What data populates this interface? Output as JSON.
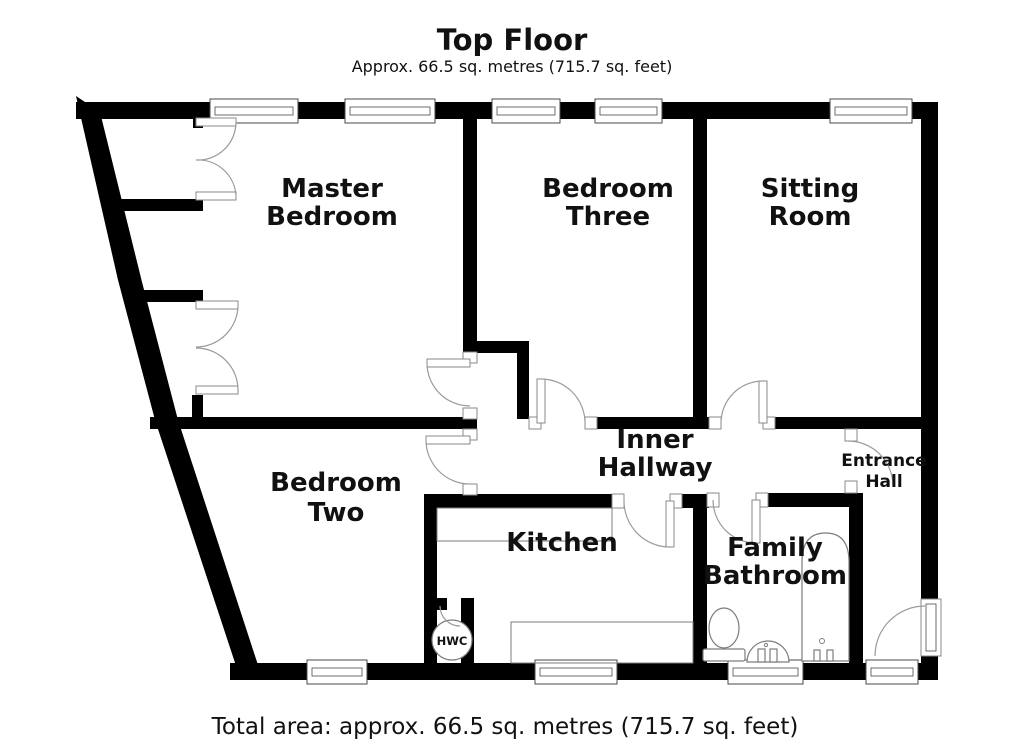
{
  "title": "Top Floor",
  "subtitle": "Approx. 66.5 sq. metres (715.7 sq. feet)",
  "footer": "Total area: approx. 66.5 sq. metres (715.7 sq. feet)",
  "colors": {
    "wall": "#000000",
    "background": "#ffffff",
    "door_line": "#9a9a9a",
    "fixture_line": "#7d7d7d",
    "text": "#111111"
  },
  "rooms": {
    "master_bedroom": {
      "line1": "Master",
      "line2": "Bedroom"
    },
    "bedroom_three": {
      "line1": "Bedroom",
      "line2": "Three"
    },
    "sitting_room": {
      "line1": "Sitting",
      "line2": "Room"
    },
    "bedroom_two": {
      "line1": "Bedroom",
      "line2": "Two"
    },
    "inner_hallway": {
      "line1": "Inner",
      "line2": "Hallway"
    },
    "kitchen": {
      "label": "Kitchen"
    },
    "family_bathroom": {
      "line1": "Family",
      "line2": "Bathroom"
    },
    "entrance_hall": {
      "line1": "Entrance",
      "line2": "Hall"
    },
    "hwc": {
      "label": "HWC"
    }
  },
  "fixtures": [
    "bathtub",
    "toilet",
    "sink",
    "hot-water-cylinder",
    "kitchen-counter"
  ],
  "window_positions": [
    "top-wall x5",
    "bottom-wall x4"
  ]
}
